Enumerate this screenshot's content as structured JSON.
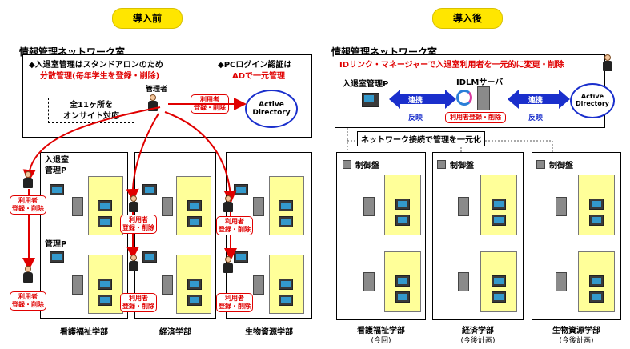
{
  "before": {
    "badge": "導入前",
    "section_title": "情報管理ネットワーク室",
    "note1_line1": "◆入退室管理はスタンドアロンのため",
    "note1_line2": "分散管理(毎年学生を登録・削除)",
    "note2_line1": "◆PCログイン認証は",
    "note2_line2": "ADで一元管理",
    "admin_label": "管理者",
    "onsite_line1": "全11ヶ所を",
    "onsite_line2": "オンサイト対応",
    "ad_line1": "Active",
    "ad_line2": "Directory",
    "reg_line1": "利用者",
    "reg_line2": "登録・削除",
    "room_label_line1": "入退室",
    "room_label_line2": "管理P",
    "mgmt_label": "管理P",
    "depts": [
      "看護福祉学部",
      "経済学部",
      "生物資源学部"
    ]
  },
  "after": {
    "badge": "導入後",
    "section_title": "情報管理ネットワーク室",
    "headline": "IDリンク・マネージャーで入退室利用者を一元的に変更・削除",
    "mgmt_label": "入退室管理P",
    "server_label": "IDLMサーバ",
    "link_label": "連携",
    "reflect_label": "反映",
    "server_reg": "利用者登録・削除",
    "ad_line1": "Active",
    "ad_line2": "Directory",
    "network_label": "ネットワーク接続で管理を一元化",
    "panel_label": "制御盤",
    "depts": [
      "看護福祉学部",
      "経済学部",
      "生物資源学部"
    ],
    "dept_notes": [
      "(今回)",
      "(今後計画)",
      "(今後計画)"
    ]
  }
}
